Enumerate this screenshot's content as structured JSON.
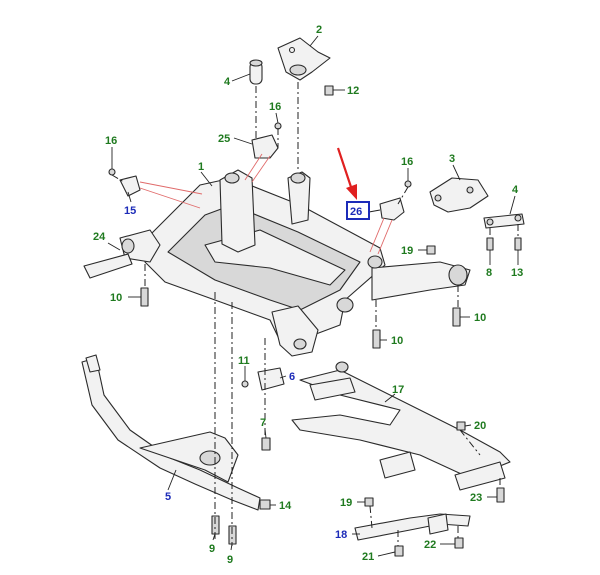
{
  "labels": [
    {
      "id": "c1",
      "text": "1",
      "color": "green"
    },
    {
      "id": "c2",
      "text": "2",
      "color": "green"
    },
    {
      "id": "c3",
      "text": "3",
      "color": "green"
    },
    {
      "id": "c4a",
      "text": "4",
      "color": "green"
    },
    {
      "id": "c4b",
      "text": "4",
      "color": "green"
    },
    {
      "id": "c5",
      "text": "5",
      "color": "blue"
    },
    {
      "id": "c6",
      "text": "6",
      "color": "blue"
    },
    {
      "id": "c7",
      "text": "7",
      "color": "green"
    },
    {
      "id": "c8",
      "text": "8",
      "color": "green"
    },
    {
      "id": "c9a",
      "text": "9",
      "color": "green"
    },
    {
      "id": "c9b",
      "text": "9",
      "color": "green"
    },
    {
      "id": "c10a",
      "text": "10",
      "color": "green"
    },
    {
      "id": "c10b",
      "text": "10",
      "color": "green"
    },
    {
      "id": "c10c",
      "text": "10",
      "color": "green"
    },
    {
      "id": "c11",
      "text": "11",
      "color": "green"
    },
    {
      "id": "c12",
      "text": "12",
      "color": "green"
    },
    {
      "id": "c13",
      "text": "13",
      "color": "green"
    },
    {
      "id": "c14",
      "text": "14",
      "color": "green"
    },
    {
      "id": "c15",
      "text": "15",
      "color": "blue"
    },
    {
      "id": "c16a",
      "text": "16",
      "color": "green"
    },
    {
      "id": "c16b",
      "text": "16",
      "color": "green"
    },
    {
      "id": "c16c",
      "text": "16",
      "color": "green"
    },
    {
      "id": "c17",
      "text": "17",
      "color": "green"
    },
    {
      "id": "c18",
      "text": "18",
      "color": "blue"
    },
    {
      "id": "c19a",
      "text": "19",
      "color": "green"
    },
    {
      "id": "c19b",
      "text": "19",
      "color": "green"
    },
    {
      "id": "c20",
      "text": "20",
      "color": "green"
    },
    {
      "id": "c21",
      "text": "21",
      "color": "green"
    },
    {
      "id": "c22",
      "text": "22",
      "color": "green"
    },
    {
      "id": "c23",
      "text": "23",
      "color": "green"
    },
    {
      "id": "c24",
      "text": "24",
      "color": "green"
    },
    {
      "id": "c25",
      "text": "25",
      "color": "green"
    },
    {
      "id": "c26",
      "text": "26",
      "color": "blue",
      "highlighted": true
    }
  ],
  "colors": {
    "label_green": "#1f7a1f",
    "label_blue": "#1c2bb8",
    "highlight_box": "#1c2bb8",
    "arrow": "#e02020",
    "line": "#2b2b2b"
  }
}
